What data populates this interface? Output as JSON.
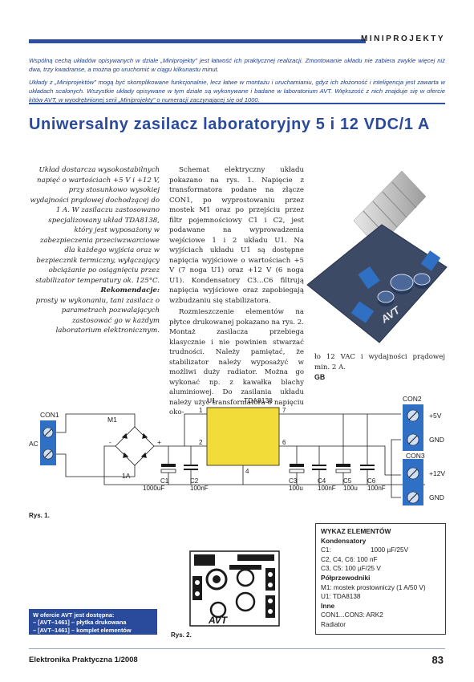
{
  "header": {
    "section": "MINIPROJEKTY",
    "intro_1": "Wspólną cechą układów opisywanych w dziale „Miniprojekty” jest łatwość ich praktycznej realizacji. Zmontowanie układu nie zabiera zwykle więcej niż dwa, trzy kwadranse, a można go uruchomić w ciągu kilkunastu minut.",
    "intro_2": "Układy z „Miniprojektów” mogą być skomplikowane funkcjonalnie, lecz łatwe w montażu i uruchamianiu, gdyż ich złożoność i inteligencja jest zawarta w układach scalonych. Wszystkie układy opisywane w tym dziale są wykonywane i badane w laboratorium AVT. Większość z nich znajduje się w ofercie kitów AVT, w wyodrębnionej serii „Miniprojekty” o numeracji zaczynającej się od 1000."
  },
  "article": {
    "title": "Uniwersalny zasilacz laboratoryjny 5 i 12 VDC/1 A",
    "lead": "Układ dostarcza wysokostabilnych napięć o wartościach +5 V i +12 V, przy stosunkowo wysokiej wydajności prądowej dochodzącej do 1 A. W zasilaczu zastosowano specjalizowany układ TDA8138, który jest wyposażony w zabezpieczenia przeciwzwarciowe dla każdego wyjścia oraz w bezpiecznik termiczny, wyłączający obciążanie po osiągnięciu przez stabilizator temperatury ok. 125°C.",
    "rek_head": "Rekomendacje:",
    "rek_text": "prosty w wykonaniu, tani zasilacz o parametrach pozwalających zastosować go w każdym laboratorium elektronicznym.",
    "body_p1": "Schemat elektryczny układu pokazano na rys. 1. Napięcie z transformatora podane na złącze CON1, po wyprostowaniu przez mostek M1 oraz po przejściu przez filtr pojemnościowy C1 i C2, jest podawane na wyprowadzenia wejściowe 1 i 2 układu U1. Na wyjściach układu U1 są dostępne napięcia wyjściowe o wartościach +5 V (7 noga U1) oraz +12 V (6 noga U1). Kondensatory C3...C6 filtrują napięcia wyjściowe oraz zapobiegają wzbudzaniu się stabilizatora.",
    "body_p2": "Rozmieszczenie elementów na płytce drukowanej pokazano na rys. 2. Montaż zasilacza przebiega klasycznie i nie powinien stwarzać trudności. Należy pamiętać, że stabilizator należy wyposażyć w możliwi duży radiator. Można go wykonać np. z kawałka blachy aluminiowej. Do zasilania układu należy użyć transformatora o napięciu oko-",
    "body_p3": "ło 12 VAC i wydajności prądowej min. 2 A.",
    "signature": "GB"
  },
  "schematic": {
    "caption": "Rys. 1.",
    "u1": "U1",
    "ic": "TDA8138",
    "pin1": "1",
    "pin2": "2",
    "pin4": "4",
    "pin6": "6",
    "pin7": "7",
    "con1": "CON1",
    "con2": "CON2",
    "con3": "CON3",
    "ac": "AC",
    "m1": "M1",
    "minus": "-",
    "plus": "+",
    "bridge_rating": "1A",
    "c1": "C1",
    "c1v": "1000uF",
    "c2": "C2",
    "c2v": "100nF",
    "c3": "C3",
    "c3v": "100u",
    "c4": "C4",
    "c4v": "100nF",
    "c5": "C5",
    "c5v": "100u",
    "c6": "C6",
    "c6v": "100nF",
    "out1": "+5V",
    "gnd1": "GND",
    "out2": "+12V",
    "gnd2": "GND"
  },
  "parts": {
    "title": "WYKAZ ELEMENTÓW",
    "h1": "Kondensatory",
    "c1_lbl": "C1:",
    "c1_val": "1000 µF/25V",
    "c246": "C2, C4, C6: 100 nF",
    "c35": "C3, C5: 100 µF/25 V",
    "h2": "Półprzewodniki",
    "m1": "M1: mostek prostowniczy (1 A/50 V)",
    "u1": "U1: TDA8138",
    "h3": "Inne",
    "con": "CON1...CON3: ARK2",
    "rad": "Radiator"
  },
  "pcb": {
    "caption": "Rys. 2.",
    "brand": "AVT"
  },
  "offer": {
    "line1": "W ofercie AVT jest dostępna:",
    "line2": "– [AVT–1461] – płytka drukowana",
    "line3": "– [AVT–1461] – komplet elementów"
  },
  "footer": {
    "magazine": "Elektronika Praktyczna 1/2008",
    "page": "83"
  },
  "colors": {
    "accent": "#2a4a9c",
    "terminal": "#2f6fc4",
    "ic": "#f2dc3a"
  }
}
